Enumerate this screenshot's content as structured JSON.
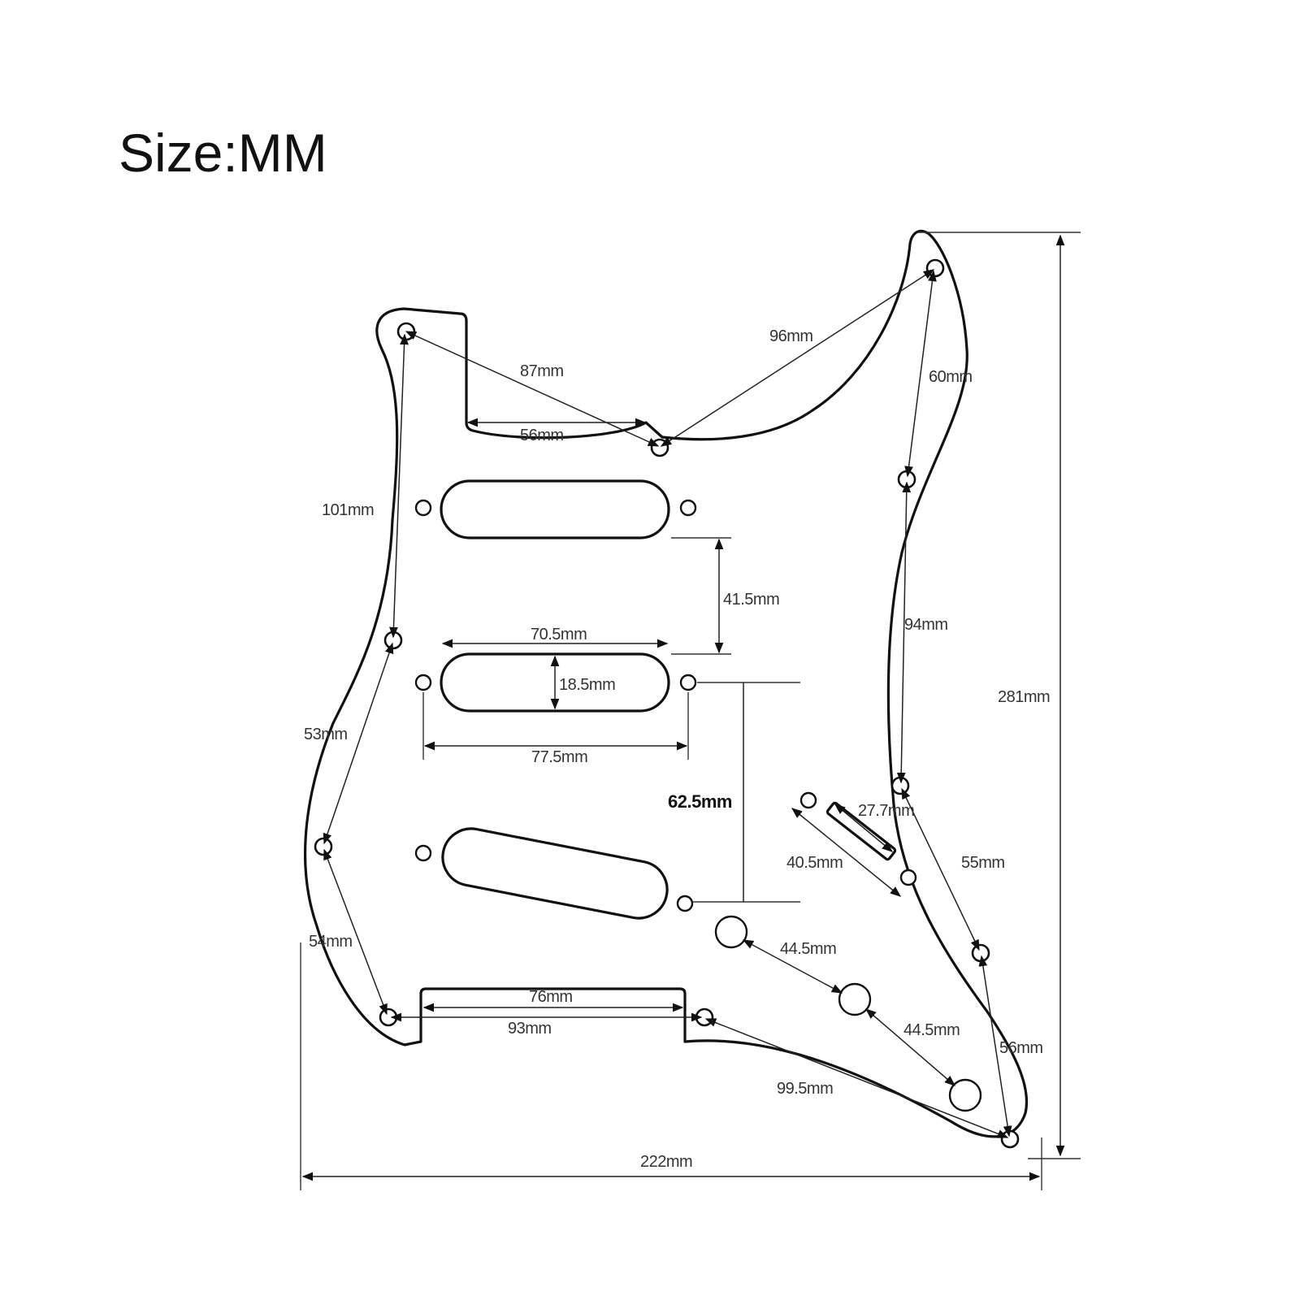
{
  "title": "Size:MM",
  "colors": {
    "outline": "#111111",
    "dimension_line": "#222222",
    "label_text": "#333333",
    "background": "#ffffff"
  },
  "dimensions": {
    "overall_width": "222mm",
    "overall_height": "281mm",
    "neck_pocket_width": "56mm",
    "top_left_to_center_screw": "87mm",
    "center_to_horn_screw": "96mm",
    "horn_to_right_upper_screw": "60mm",
    "left_upper_run": "101mm",
    "pickup_spacing": "41.5mm",
    "pickup_length": "70.5mm",
    "pickup_width": "18.5mm",
    "pickup_screw_spacing": "77.5mm",
    "neck_to_bridge_pickup_screws": "62.5mm",
    "switch_slot_length": "27.7mm",
    "switch_screw_spacing": "40.5mm",
    "right_middle_run": "94mm",
    "left_middle_run": "53mm",
    "left_lower_run": "54mm",
    "bottom_cutout_width": "76mm",
    "bottom_screw_spacing": "93mm",
    "right_lower_run": "55mm",
    "knob_spacing_1": "44.5mm",
    "knob_spacing_2": "44.5mm",
    "bottom_right_run": "56mm",
    "bottom_diagonal": "99.5mm"
  }
}
